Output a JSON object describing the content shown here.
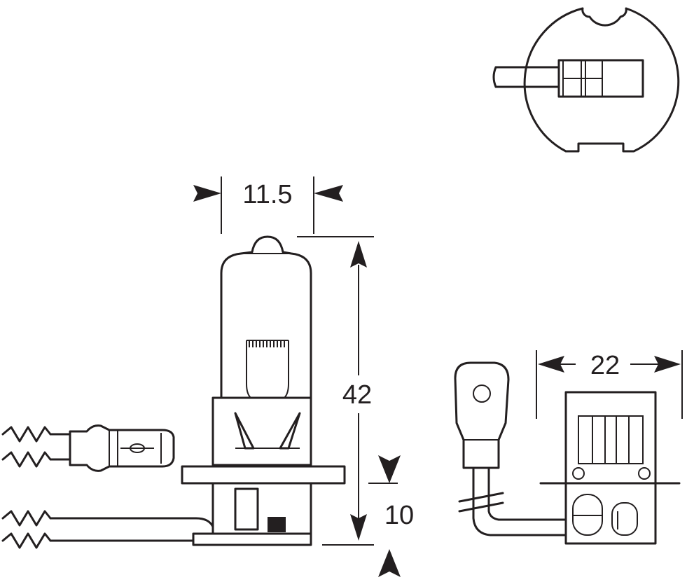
{
  "dimensions": {
    "width_label": "11.5",
    "height_label": "42",
    "base_label": "10",
    "connector_label": "22"
  },
  "colors": {
    "line": "#231f20",
    "background": "#ffffff"
  }
}
